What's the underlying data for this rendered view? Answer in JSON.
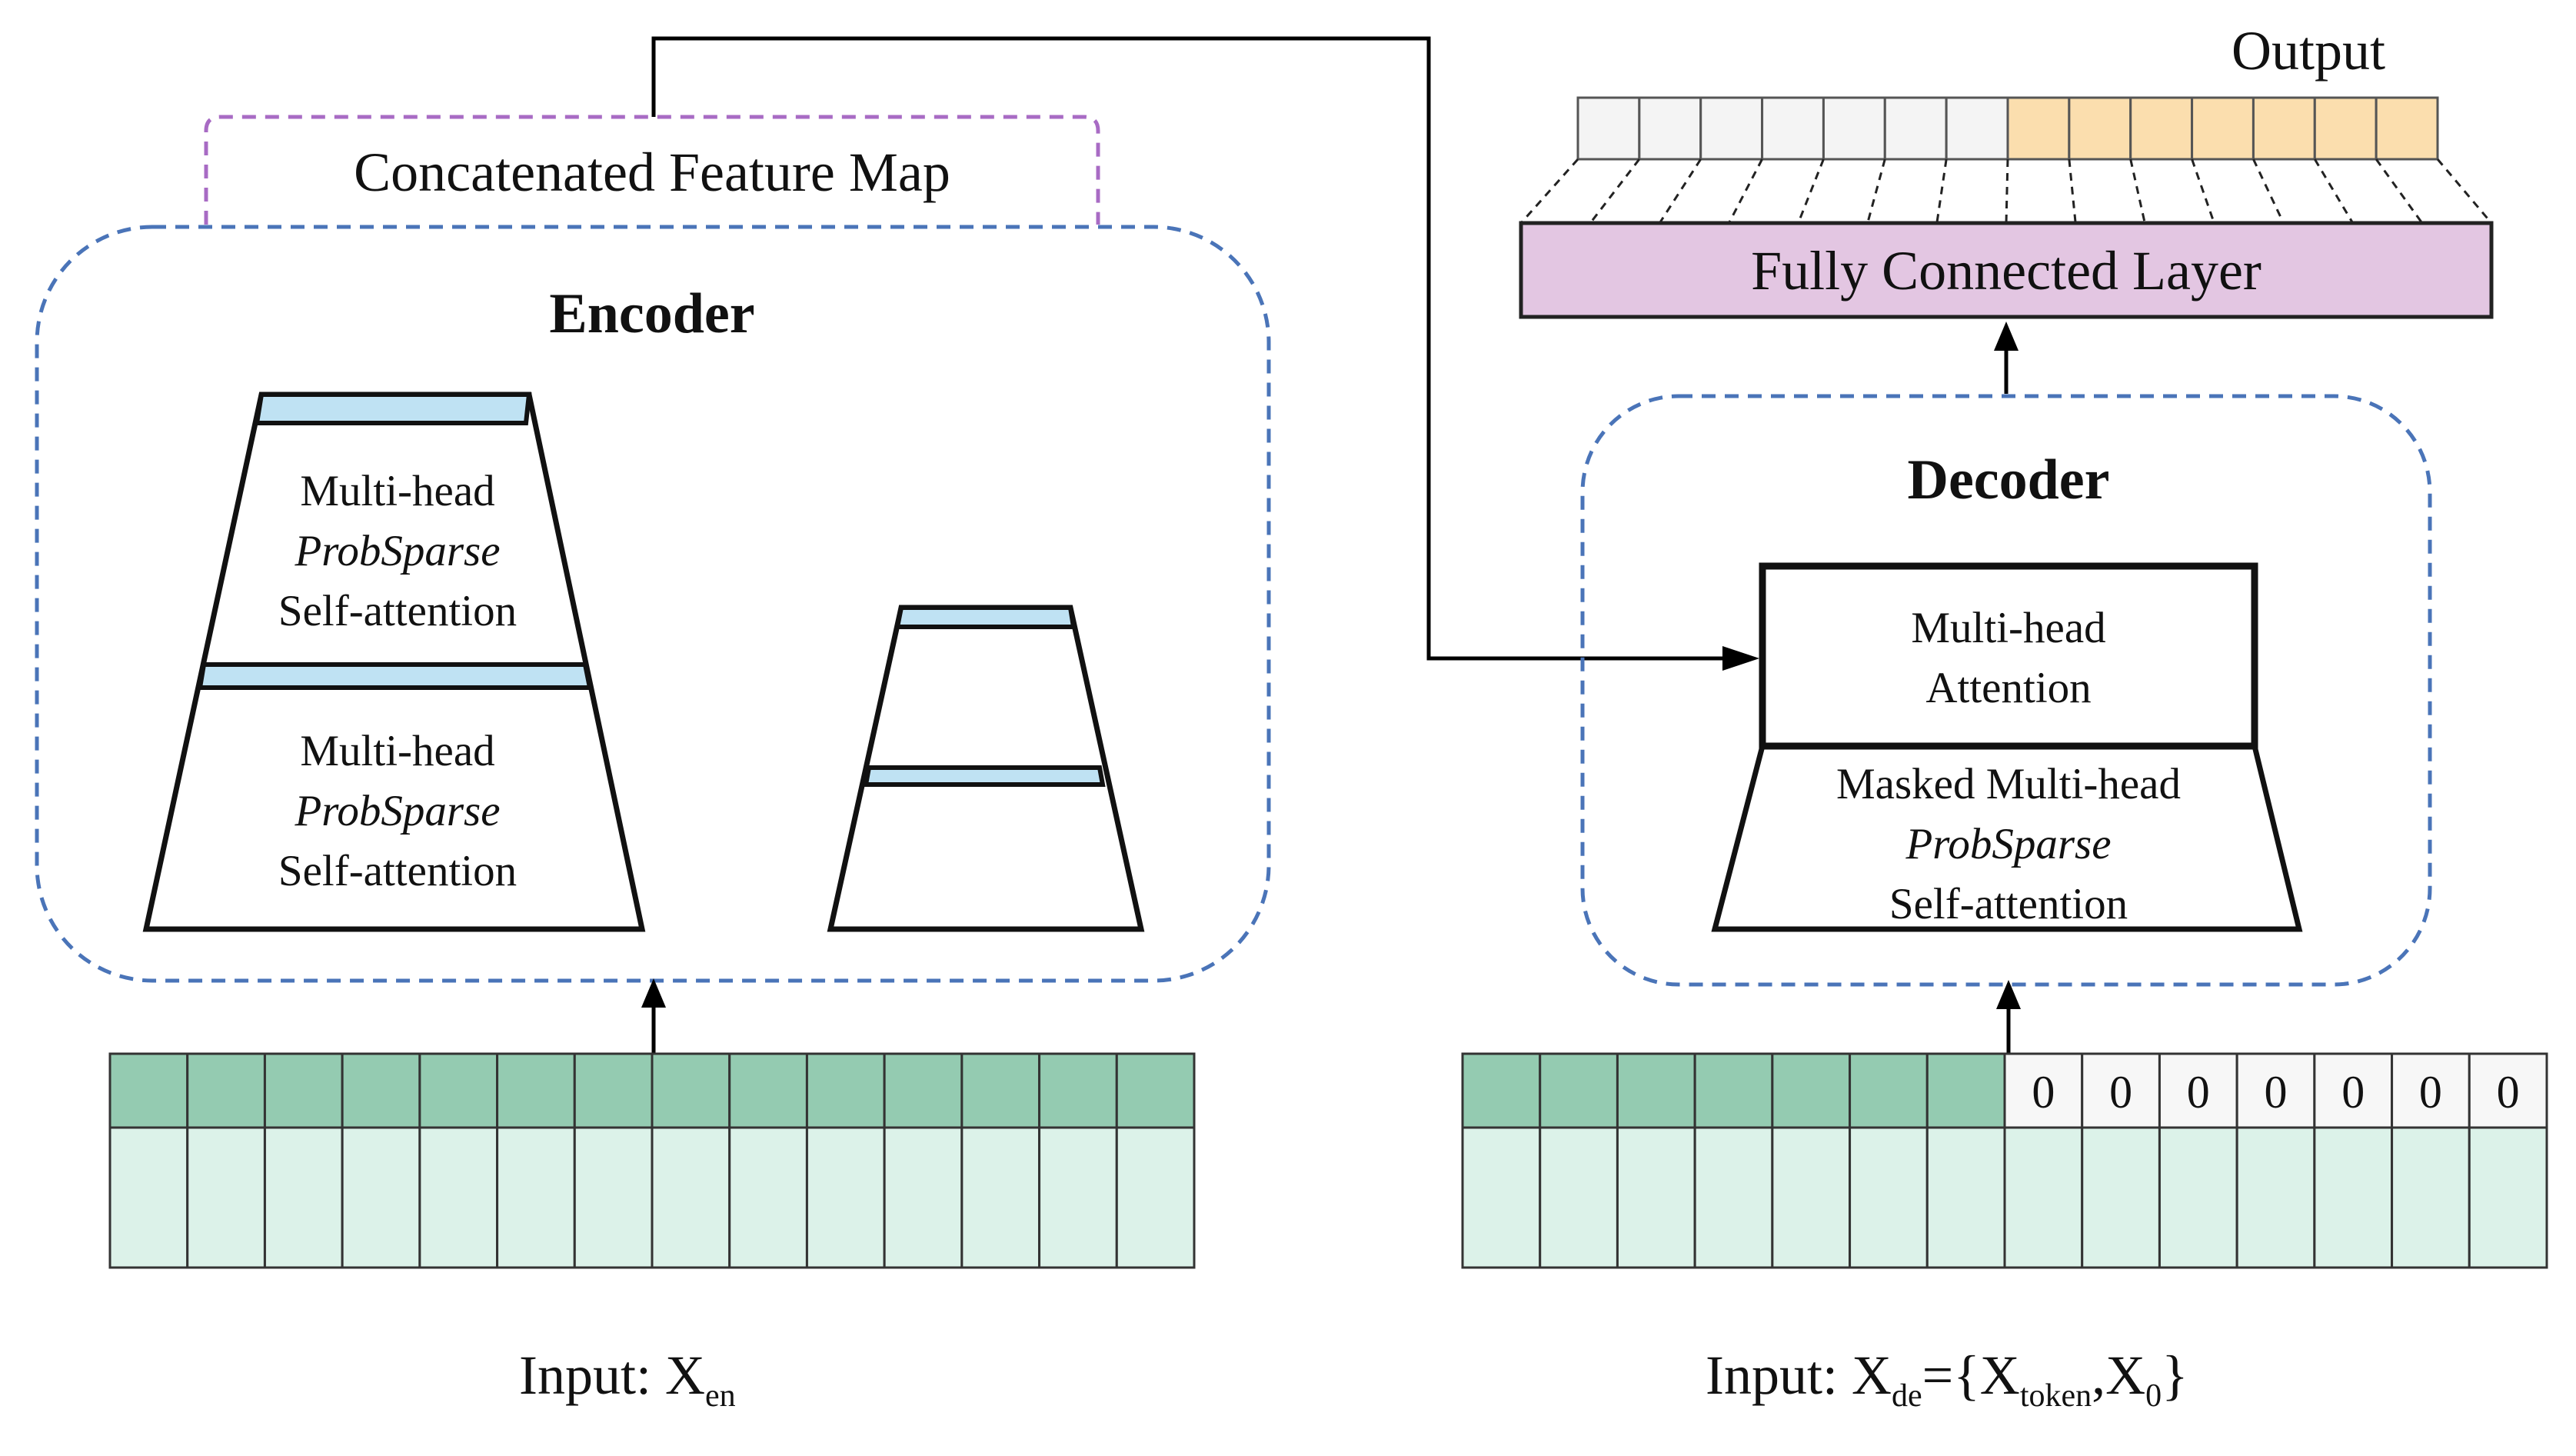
{
  "concat_label": "Concatenated Feature Map",
  "output_label": "Output",
  "fc_label": "Fully Connected Layer",
  "encoder": {
    "title": "Encoder",
    "block1": {
      "line1": "Multi-head",
      "line2": "ProbSparse",
      "line3": "Self-attention"
    },
    "block2": {
      "line1": "Multi-head",
      "line2": "ProbSparse",
      "line3": "Self-attention"
    }
  },
  "decoder": {
    "title": "Decoder",
    "attention": {
      "line1": "Multi-head",
      "line2": "Attention"
    },
    "masked": {
      "line1": "Masked Multi-head",
      "line2": "ProbSparse",
      "line3": "Self-attention"
    }
  },
  "enc_input": {
    "prefix": "Input: X",
    "subscript": "en",
    "columns": 14
  },
  "dec_input": {
    "prefix": "Input: X",
    "sub_de": "de",
    "eq": "={X",
    "sub_token": "token",
    "comma": ",X",
    "sub_zero": "0",
    "close": "}",
    "token_columns": 7,
    "zero_columns": 7,
    "zero_value": "0"
  },
  "output_cells": {
    "gray": 7,
    "orange": 7
  },
  "colors": {
    "dashed_blue": "#4a74b8",
    "dashed_purple": "#a86bc4",
    "attention_band": "#bfe2f3",
    "fc_fill": "#e3c6e2",
    "output_orange": "#fbdeae",
    "output_gray": "#f4f4f4",
    "input_dark": "#94cbb1",
    "input_light": "#dcf2e9",
    "zero_cell": "#f7f7f7"
  }
}
